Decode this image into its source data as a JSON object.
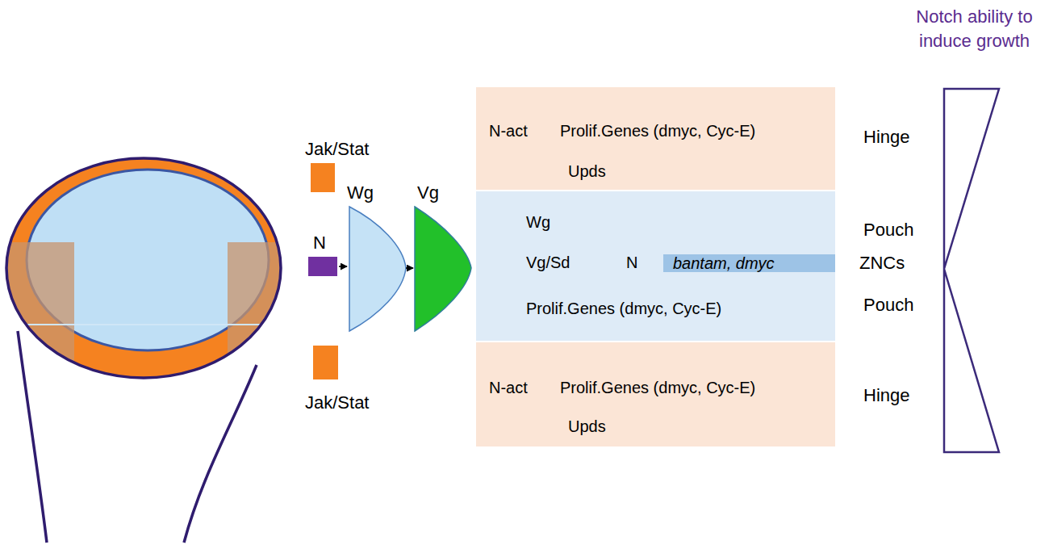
{
  "diagram": {
    "nodes": [
      {
        "text": [
          "Hinge"
        ]
      },
      {
        "text": [
          "N-act"
        ],
        "in": 0
      },
      {
        "text": [
          "Prolif.Genes (dmyc, Cyc-E)"
        ],
        "in": 0
      },
      {
        "text": [
          "Upds"
        ],
        "in": 0
      },
      {
        "text": [
          "Pouch",
          "Pouch"
        ]
      },
      {
        "text": [
          "Wg"
        ],
        "in": 4
      },
      {
        "text": [
          "Vg/Sd"
        ],
        "in": 4
      },
      {
        "text": [
          "N"
        ],
        "in": 4
      },
      {
        "text": [
          "bantam, dmyc",
          "ZNCs"
        ],
        "in": 4
      },
      {
        "text": [
          "Prolif.Genes (dmyc, Cyc-E)"
        ],
        "in": 4
      },
      {
        "text": [
          "Hinge"
        ]
      },
      {
        "text": [
          "N-act"
        ],
        "in": 10
      },
      {
        "text": [
          "Prolif.Genes (dmyc, Cyc-E)"
        ],
        "in": 10
      },
      {
        "text": [
          "Upds"
        ],
        "in": 10
      }
    ],
    "edges": [
      {
        "from": 1,
        "to": 2,
        "arrow": "to"
      },
      {
        "from": 1,
        "to": 3,
        "arrow": "to"
      },
      {
        "from": 3,
        "to": 2,
        "arrow": "to"
      },
      {
        "from": 7,
        "to": 5,
        "arrow": "to"
      },
      {
        "from": 7,
        "to": 6,
        "arrow": "to"
      },
      {
        "from": 7,
        "to": 9,
        "arrow": "to"
      },
      {
        "from": 5,
        "to": 6,
        "arrow": "to"
      },
      {
        "from": 6,
        "to": 9,
        "arrow": "to"
      },
      {
        "from": 7,
        "to": 8,
        "arrow": "to"
      },
      {
        "from": 11,
        "to": 12,
        "arrow": "to"
      },
      {
        "from": 11,
        "to": 13,
        "arrow": "to"
      },
      {
        "from": 13,
        "to": 12,
        "arrow": "to"
      }
    ],
    "labels": [
      "Notch ability to induce growth",
      "Jak/Stat",
      "Wg",
      "Vg",
      "N",
      "Jak/Stat"
    ]
  }
}
